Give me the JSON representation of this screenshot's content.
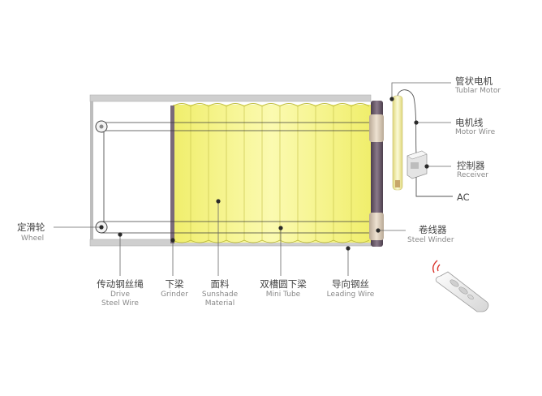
{
  "labels": {
    "tubular_motor": {
      "cn": "管状电机",
      "en": "Tublar Motor"
    },
    "motor_wire": {
      "cn": "电机线",
      "en": "Motor Wire"
    },
    "receiver": {
      "cn": "控制器",
      "en": "Receiver"
    },
    "ac": {
      "cn": "AC"
    },
    "steel_winder": {
      "cn": "卷线器",
      "en": "Steel Winder"
    },
    "wheel": {
      "cn": "定滑轮",
      "en": "Wheel"
    },
    "drive_steel_wire": {
      "cn": "传动钢丝绳",
      "en1": "Drive",
      "en2": "Steel Wire"
    },
    "grinder": {
      "cn": "下梁",
      "en": "Grinder"
    },
    "sunshade_material": {
      "cn": "面料",
      "en1": "Sunshade",
      "en2": "Material"
    },
    "mini_tube": {
      "cn": "双槽圆下梁",
      "en": "Mini Tube"
    },
    "leading_wire": {
      "cn": "导向钢丝",
      "en": "Leading Wire"
    }
  },
  "colors": {
    "fabric": "#f4f27a",
    "fabric_highlight": "#fafab8",
    "frame": "#c8c8c8",
    "motor_tube": "#e9e9a0",
    "roller": "#6b5a6b",
    "winder": "#d8c8b4",
    "remote_led": "#d9342b"
  }
}
